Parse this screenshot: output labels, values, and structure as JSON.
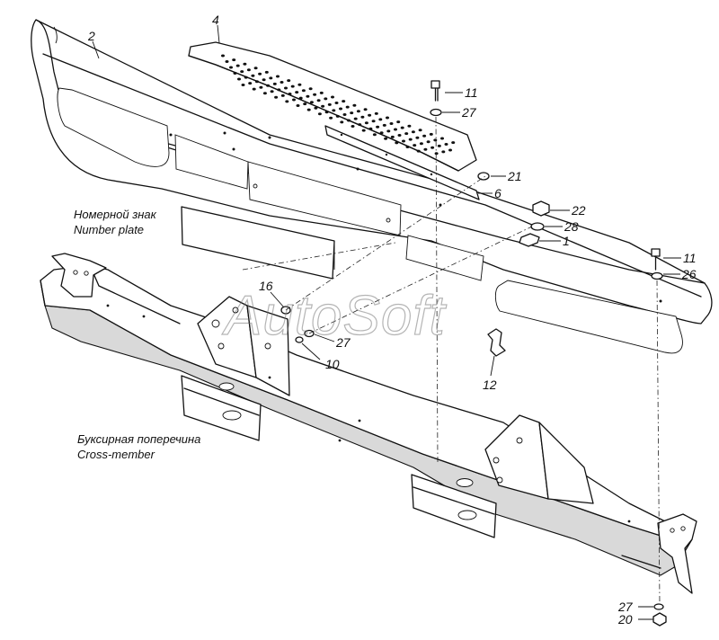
{
  "diagram": {
    "watermark": "AutoSoft",
    "captions": {
      "number_plate_ru": "Номерной знак",
      "number_plate_en": "Number plate",
      "cross_member_ru": "Буксирная поперечина",
      "cross_member_en": "Cross-member"
    },
    "callouts": {
      "c1": "1",
      "c2": "2",
      "c4": "4",
      "c6": "6",
      "c10": "10",
      "c11a": "11",
      "c11b": "11",
      "c12": "12",
      "c16": "16",
      "c20": "20",
      "c21": "21",
      "c22": "22",
      "c26": "26",
      "c27a": "27",
      "c27b": "27",
      "c27c": "27",
      "c28": "28"
    }
  }
}
